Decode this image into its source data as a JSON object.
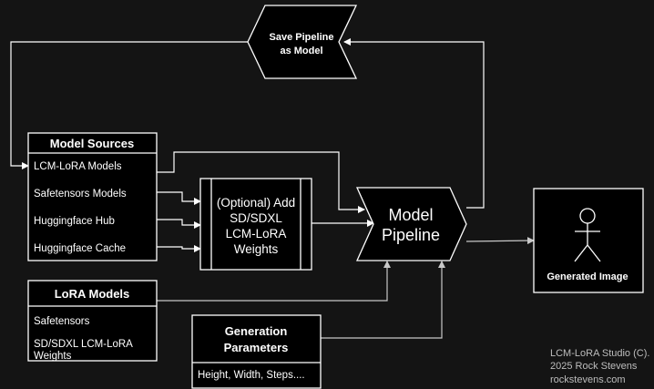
{
  "save_pipeline": {
    "line1": "Save Pipeline",
    "line2": "as Model"
  },
  "model_sources": {
    "title": "Model Sources",
    "items": [
      "LCM-LoRA Models",
      "Safetensors Models",
      "Huggingface Hub",
      "Huggingface Cache"
    ]
  },
  "lora_add": {
    "lines": [
      "(Optional) Add",
      "SD/SDXL",
      "LCM-LoRA",
      "Weights"
    ]
  },
  "model_pipeline": {
    "line1": "Model",
    "line2": "Pipeline"
  },
  "generated_image": {
    "label": "Generated Image"
  },
  "lora_models": {
    "title": "LoRA Models",
    "items": [
      "Safetensors",
      "SD/SDXL LCM-LoRA",
      "Weights"
    ]
  },
  "generation_params": {
    "title_line1": "Generation",
    "title_line2": "Parameters",
    "value": "Height, Width, Steps...."
  },
  "credit": {
    "line1": "LCM-LoRA Studio (C).",
    "line2": "2025 Rock Stevens",
    "line3": "rockstevens.com"
  }
}
